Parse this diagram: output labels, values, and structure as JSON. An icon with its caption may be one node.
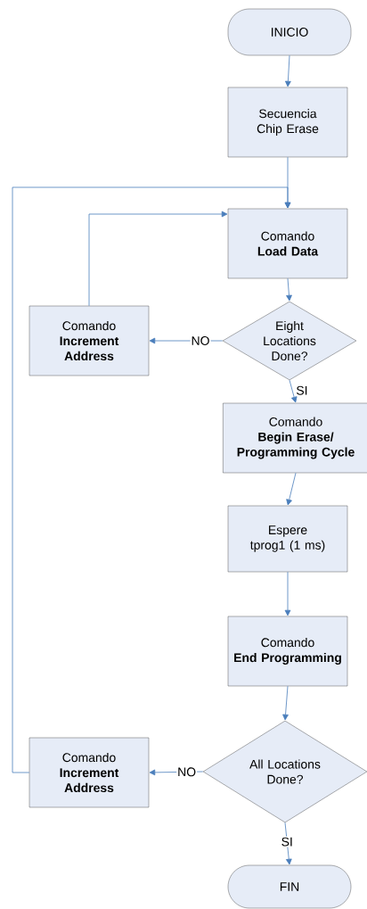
{
  "diagram": {
    "nodes": [
      {
        "text": [
          "INICIO"
        ]
      },
      {
        "text": [
          "Secuencia Chip Erase"
        ]
      },
      {
        "text": [
          "Comando",
          "Load Data"
        ]
      },
      {
        "text": [
          "Eight Locations Done?"
        ]
      },
      {
        "text": [
          "Comando",
          "Increment Address"
        ]
      },
      {
        "text": [
          "Comando",
          "Begin Erase/ Programming Cycle"
        ]
      },
      {
        "text": [
          "Espere tprog1 (1 ms)"
        ]
      },
      {
        "text": [
          "Comando",
          "End Programming"
        ]
      },
      {
        "text": [
          "All Locations Done?"
        ]
      },
      {
        "text": [
          "Comando",
          "Increment Address"
        ]
      },
      {
        "text": [
          "FIN"
        ]
      }
    ],
    "edges": [
      {
        "from": 0,
        "to": 1,
        "arrow": "to"
      },
      {
        "from": 1,
        "to": 2,
        "arrow": "to"
      },
      {
        "from": 2,
        "to": 3,
        "arrow": "to"
      },
      {
        "from": 3,
        "to": 4,
        "arrow": "to",
        "label": "NO"
      },
      {
        "from": 4,
        "to": 2,
        "arrow": "to"
      },
      {
        "from": 3,
        "to": 5,
        "arrow": "to",
        "label": "SI"
      },
      {
        "from": 5,
        "to": 6,
        "arrow": "to"
      },
      {
        "from": 6,
        "to": 7,
        "arrow": "to"
      },
      {
        "from": 7,
        "to": 8,
        "arrow": "to"
      },
      {
        "from": 8,
        "to": 9,
        "arrow": "to",
        "label": "NO"
      },
      {
        "from": 9,
        "to": 2,
        "arrow": "to"
      },
      {
        "from": 8,
        "to": 10,
        "arrow": "to",
        "label": "SI"
      }
    ]
  }
}
